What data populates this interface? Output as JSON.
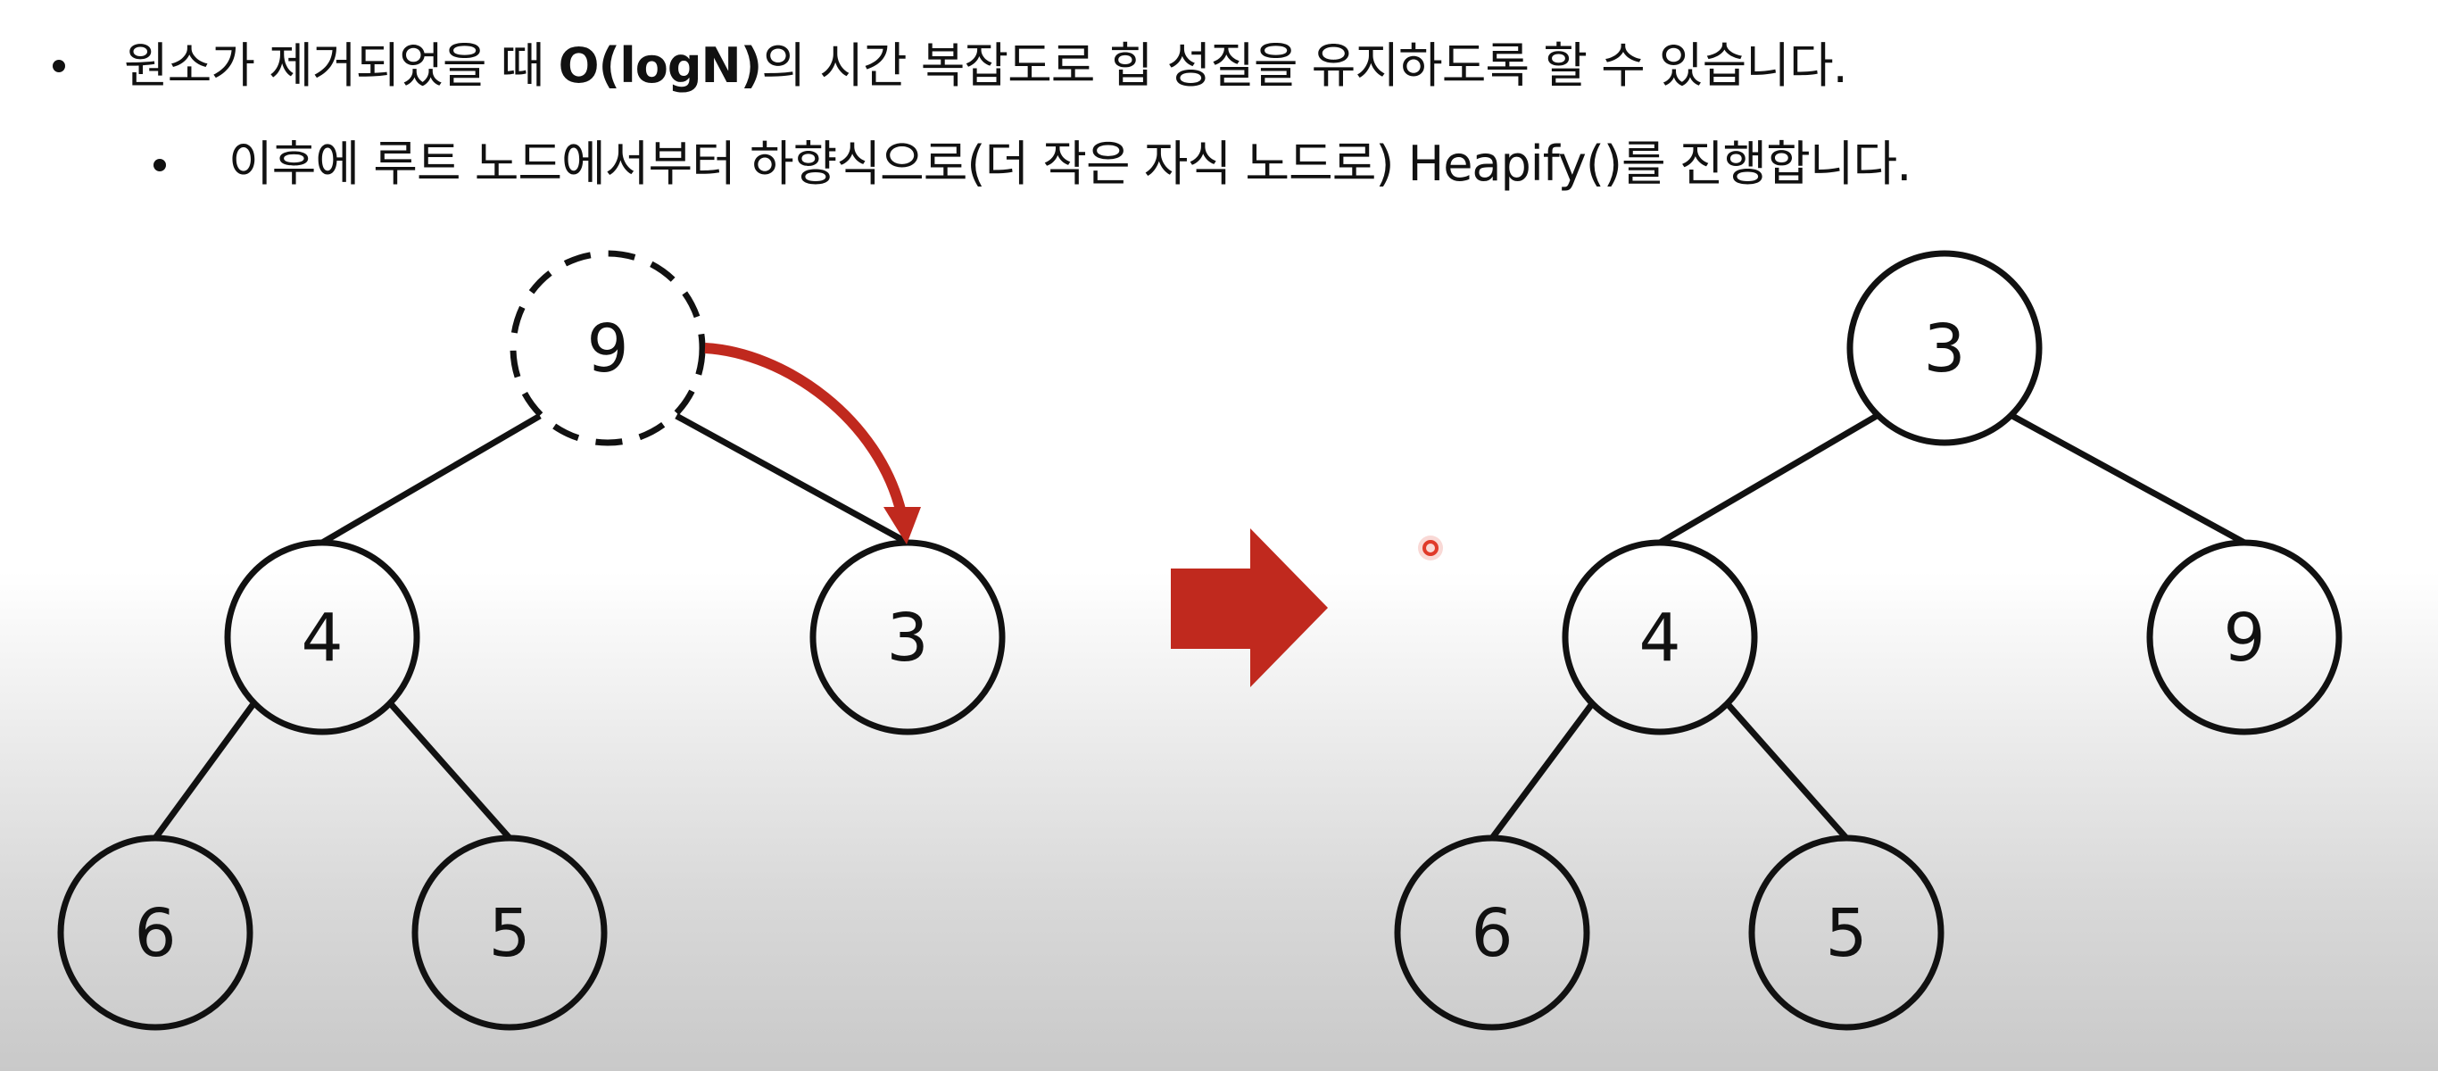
{
  "bullets": [
    {
      "level": 1,
      "text_before": "원소가 제거되었을 때 ",
      "emphasis": "O(logN)",
      "text_after": "의 시간 복잡도로 힙 성질을 유지하도록 할 수 있습니다."
    },
    {
      "level": 2,
      "text": "이후에 루트 노드에서부터 하향식으로(더 작은 자식 노드로) Heapify()를 진행합니다."
    }
  ],
  "colors": {
    "accent_red": "#c0291e",
    "stroke": "#111111"
  },
  "before_tree": {
    "root": {
      "label": "9",
      "style": "dashed"
    },
    "left": {
      "label": "4"
    },
    "right": {
      "label": "3"
    },
    "left_left": {
      "label": "6"
    },
    "left_right": {
      "label": "5"
    }
  },
  "after_tree": {
    "root": {
      "label": "3"
    },
    "left": {
      "label": "4"
    },
    "right": {
      "label": "9"
    },
    "left_left": {
      "label": "6"
    },
    "left_right": {
      "label": "5"
    }
  }
}
